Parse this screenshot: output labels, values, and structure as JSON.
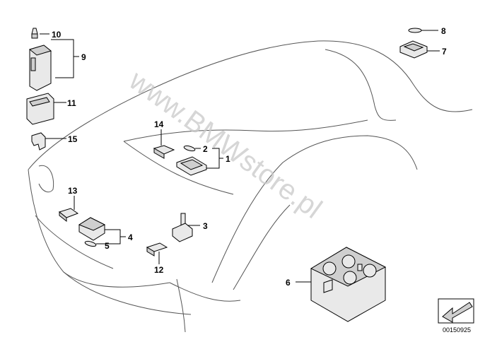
{
  "callouts": {
    "c1": "1",
    "c2": "2",
    "c3": "3",
    "c4": "4",
    "c5": "5",
    "c6": "6",
    "c7": "7",
    "c8": "8",
    "c9": "9",
    "c10": "10",
    "c11": "11",
    "c12": "12",
    "c13": "13",
    "c14": "14",
    "c15": "15"
  },
  "watermark": "www.BMWstore.pl",
  "diagram_code": "00150925",
  "colors": {
    "line": "#555555",
    "part_fill": "#e9e9e9",
    "watermark": "#c9c9c9"
  },
  "icons": {
    "nav": "arrow-down-left-icon"
  }
}
